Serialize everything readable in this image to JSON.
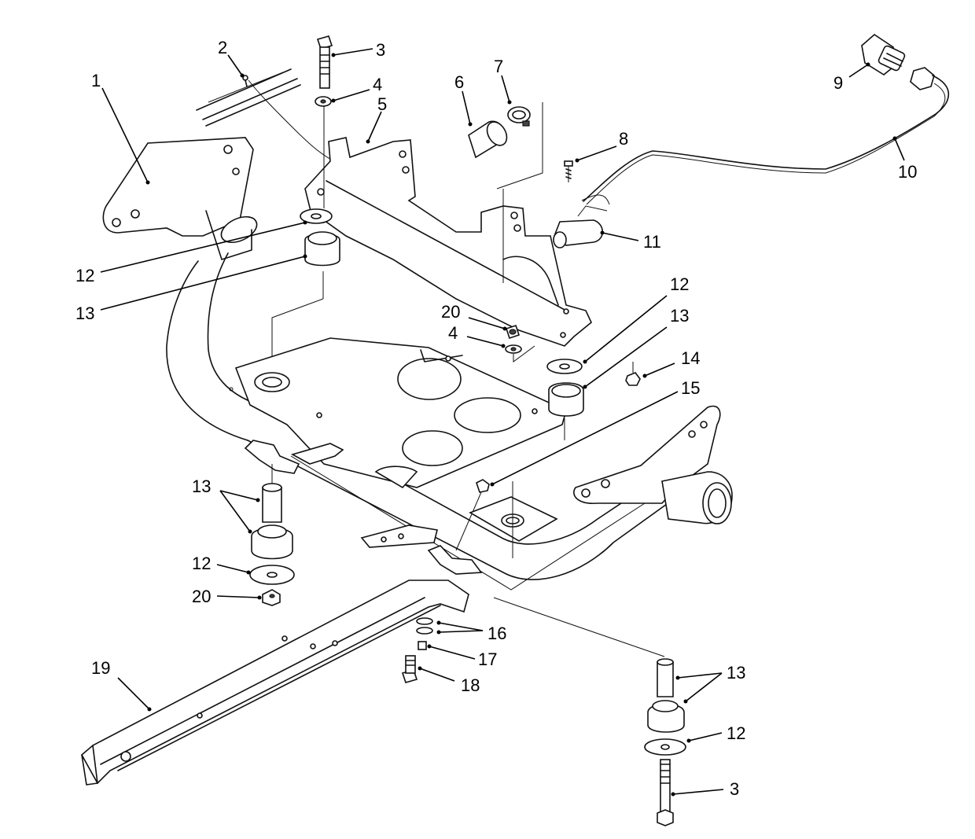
{
  "callouts": [
    {
      "id": "c1",
      "text": "1"
    },
    {
      "id": "c2",
      "text": "2"
    },
    {
      "id": "c3a",
      "text": "3"
    },
    {
      "id": "c4a",
      "text": "4"
    },
    {
      "id": "c5",
      "text": "5"
    },
    {
      "id": "c6",
      "text": "6"
    },
    {
      "id": "c7",
      "text": "7"
    },
    {
      "id": "c8",
      "text": "8"
    },
    {
      "id": "c9",
      "text": "9"
    },
    {
      "id": "c10",
      "text": "10"
    },
    {
      "id": "c11",
      "text": "11"
    },
    {
      "id": "c12a",
      "text": "12"
    },
    {
      "id": "c13a",
      "text": "13"
    },
    {
      "id": "c12b",
      "text": "12"
    },
    {
      "id": "c13b",
      "text": "13"
    },
    {
      "id": "c20a",
      "text": "20"
    },
    {
      "id": "c4b",
      "text": "4"
    },
    {
      "id": "c14",
      "text": "14"
    },
    {
      "id": "c15",
      "text": "15"
    },
    {
      "id": "c13c",
      "text": "13"
    },
    {
      "id": "c12c",
      "text": "12"
    },
    {
      "id": "c20b",
      "text": "20"
    },
    {
      "id": "c16",
      "text": "16"
    },
    {
      "id": "c17",
      "text": "17"
    },
    {
      "id": "c18",
      "text": "18"
    },
    {
      "id": "c19",
      "text": "19"
    },
    {
      "id": "c13d",
      "text": "13"
    },
    {
      "id": "c12d",
      "text": "12"
    },
    {
      "id": "c3b",
      "text": "3"
    }
  ]
}
